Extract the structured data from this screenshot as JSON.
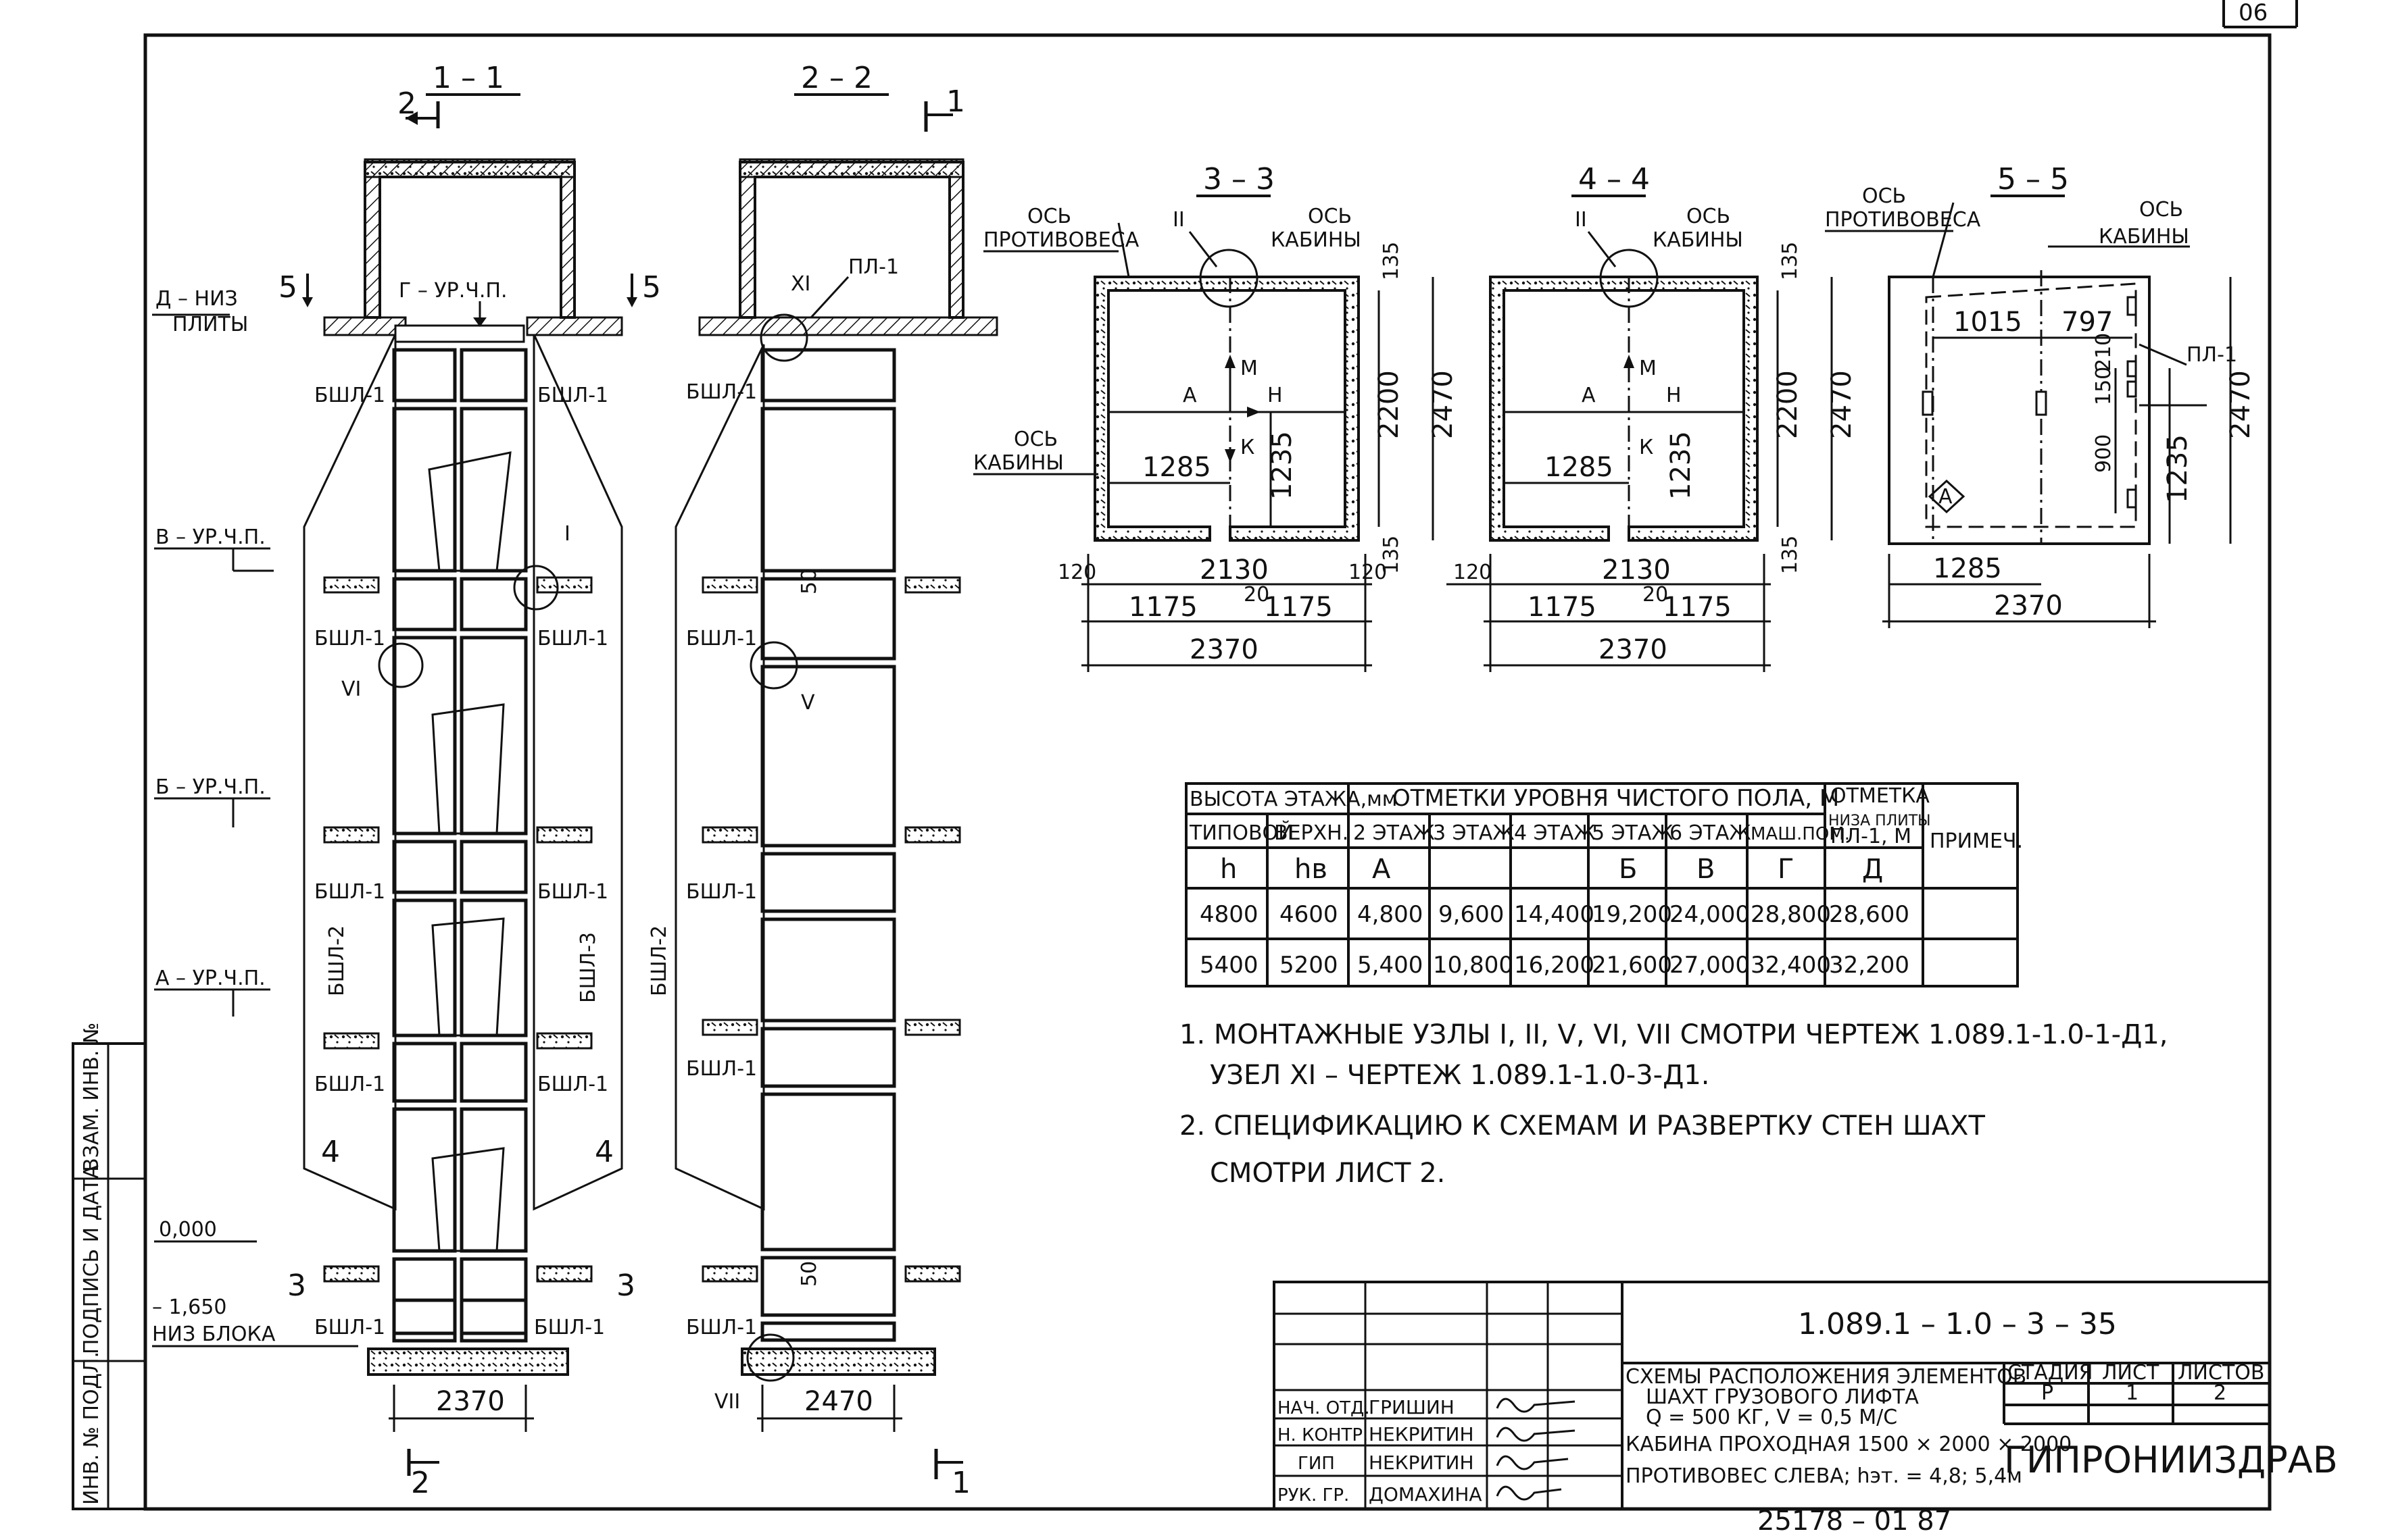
{
  "sheet_no": "06",
  "sections": {
    "s1": "1 – 1",
    "s2": "2 – 2",
    "s3": "3 – 3",
    "s4": "4 – 4",
    "s5": "5 – 5"
  },
  "section_marks": {
    "m1": "1",
    "m2": "2",
    "m3": "3",
    "m4": "4",
    "m5": "5"
  },
  "section1": {
    "d_bottom": "Д – НИЗ",
    "d_bottom2": "ПЛИТЫ",
    "g_level": "Г – УР.Ч.П.",
    "v_level": "В – УР.Ч.П.",
    "b_level": "Б – УР.Ч.П.",
    "a_level": "А – УР.Ч.П.",
    "zero": "0,000",
    "minus": "– 1,650",
    "block_bottom": "НИЗ БЛОКА",
    "bshl1": "БШЛ-1",
    "bshl2": "БШЛ-2",
    "bshl3": "БШЛ-3",
    "node1": "I",
    "node6": "VI",
    "width": "2370"
  },
  "section2": {
    "pl1": "ПЛ-1",
    "node11": "XI",
    "node5": "V",
    "node7": "VII",
    "bshl1": "БШЛ-1",
    "bshl2": "БШЛ-2",
    "gap": "50",
    "width": "2470"
  },
  "plans": {
    "axis": "ОСЬ",
    "counterweight": "ПРОТИВОВЕСА",
    "cabin": "КАБИНЫ",
    "node2": "II",
    "M": "М",
    "K": "К",
    "A": "А",
    "H": "Н",
    "d1285": "1285",
    "d1235": "1235",
    "d2200": "2200",
    "d2470": "2470",
    "d135": "135",
    "d120": "120",
    "d2130": "2130",
    "d1175": "1175",
    "d20": "20",
    "d2370": "2370",
    "d1015": "1015",
    "d797": "797",
    "d150": "150",
    "d210": "210",
    "d900": "900",
    "pl1": "ПЛ-1",
    "Ab": "А"
  },
  "table": {
    "h_height": "ВЫСОТА ЭТАЖА,мм",
    "h_marks": "ОТМЕТКИ УРОВНЯ ЧИСТОГО ПОЛА, М",
    "h_mark_slab": "ОТМЕТКА",
    "h_mark_slab2": "НИЗА ПЛИТЫ",
    "h_mark_slab3": "ПЛ-1, М",
    "h_note": "ПРИМЕЧ.",
    "c_typ": "ТИПОВОЙ",
    "c_top": "ВЕРХН.",
    "c_2": "2 ЭТАЖ",
    "c_3": "3 ЭТАЖ",
    "c_4": "4 ЭТАЖ",
    "c_5": "5 ЭТАЖ",
    "c_6": "6 ЭТАЖ",
    "c_mash": "МАШ.ПОМ.",
    "k_h": "h",
    "k_hv": "hв",
    "k_A": "А",
    "k_B": "Б",
    "k_V": "В",
    "k_G": "Г",
    "k_D": "Д",
    "rows": [
      [
        "4800",
        "4600",
        "4,800",
        "9,600",
        "14,400",
        "19,200",
        "24,000",
        "28,800",
        "28,600"
      ],
      [
        "5400",
        "5200",
        "5,400",
        "10,800",
        "16,200",
        "21,600",
        "27,000",
        "32,400",
        "32,200"
      ]
    ]
  },
  "notes": {
    "n1a": "1. МОНТАЖНЫЕ УЗЛЫ I, II, V, VI, VII СМОТРИ ЧЕРТЕЖ 1.089.1-1.0-1-Д1,",
    "n1b": "УЗЕЛ XI – ЧЕРТЕЖ 1.089.1-1.0-3-Д1.",
    "n2a": "2. СПЕЦИФИКАЦИЮ К СХЕМАМ И РАЗВЕРТКУ СТЕН ШАХТ",
    "n2b": "СМОТРИ ЛИСТ 2."
  },
  "title_block": {
    "code": "1.089.1 – 1.0 – 3 – 35",
    "desc1": "СХЕМЫ РАСПОЛОЖЕНИЯ ЭЛЕМЕНТОВ",
    "desc2": "ШАХТ ГРУЗОВОГО ЛИФТА",
    "desc3": "Q = 500 КГ, V = 0,5 М/С",
    "desc4": "КАБИНА ПРОХОДНАЯ 1500 × 2000 × 2000",
    "desc5": "ПРОТИВОВЕС СЛЕВА; hэт. = 4,8; 5,4м",
    "stage_h": "СТАДИЯ",
    "sheet_h": "ЛИСТ",
    "sheets_h": "ЛИСТОВ",
    "stage": "Р",
    "sheet": "1",
    "sheets": "2",
    "org": "ГИПРОНИИЗДРАВ",
    "roles": [
      "НАЧ. ОТД.",
      "Н. КОНТР.",
      "ГИП",
      "РУК. ГР."
    ],
    "names": [
      "ГРИШИН",
      "НЕКРИТИН",
      "НЕКРИТИН",
      "ДОМАХИНА"
    ],
    "inv": "25178 – 01   87"
  },
  "side_stamp": {
    "c1": "ИНВ. № ПОДЛ.",
    "c2": "ПОДПИСЬ И ДАТА",
    "c3": "ВЗАМ. ИНВ. №"
  }
}
